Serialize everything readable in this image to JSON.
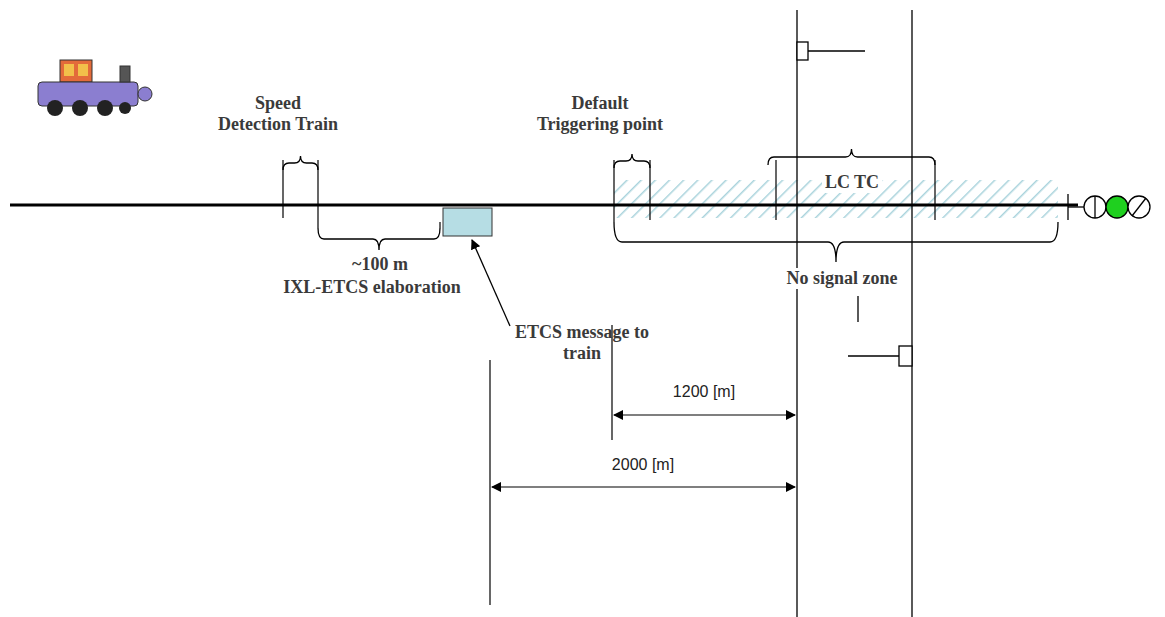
{
  "diagram": {
    "labels": [
      "Speed Detection Train",
      "Default Triggering point",
      "LC TC",
      "No signal zone",
      "~100 m",
      "IXL-ETCS elaboration",
      "ETCS message to train",
      "1200 [m]",
      "2000 [m]"
    ]
  }
}
